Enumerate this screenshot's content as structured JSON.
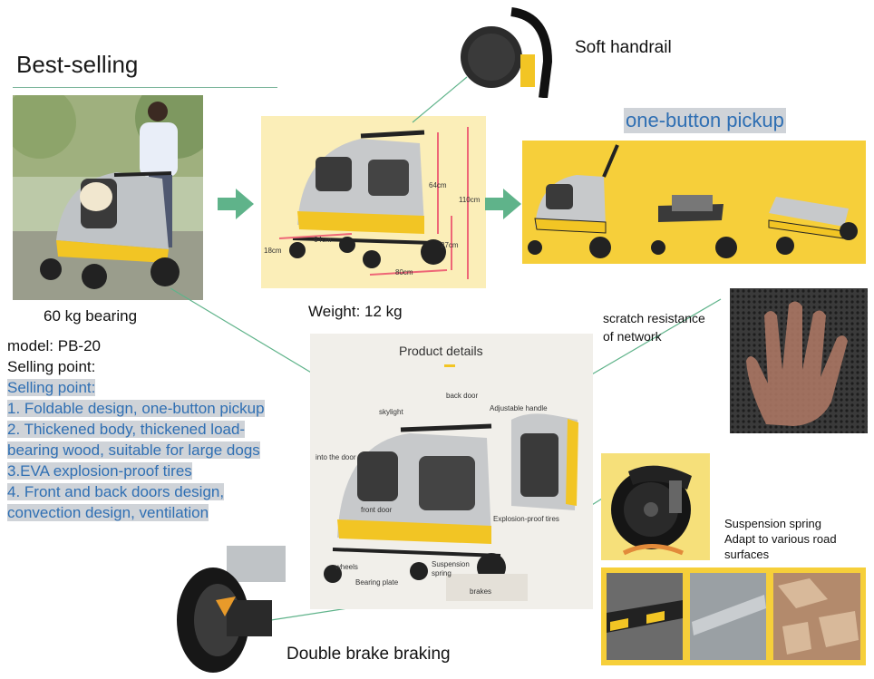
{
  "page": {
    "title": "Best-selling",
    "captions": {
      "bearing": "60 kg bearing",
      "weight": "Weight: 12 kg",
      "handrail": "Soft handrail",
      "pickup": "one-button pickup",
      "scratch": [
        "scratch resistance",
        "of network"
      ],
      "suspension": [
        "Suspension spring",
        "Adapt to various road",
        "surfaces"
      ],
      "brake": "Double brake braking"
    },
    "spec": {
      "model": "model: PB-20",
      "selling_point_plain": "Selling point:",
      "selling_point_hl": "Selling point:",
      "points": [
        "1. Foldable design, one-button pickup",
        "2. Thickened body, thickened load-",
        "bearing wood, suitable for large dogs",
        "3.EVA explosion-proof tires",
        "4. Front and back doors design,",
        "convection design, ventilation"
      ]
    },
    "dimensions": {
      "height_top": "64cm",
      "height_total": "110cm",
      "height_low": "27cm",
      "wheel": "18cm",
      "width": "64cm",
      "length": "80cm"
    },
    "product_details": {
      "title": "Product details",
      "labels": {
        "skylight": "skylight",
        "back_door": "back door",
        "adjustable_handle": "Adjustable handle",
        "into_door": "into the door",
        "front_door": "front door",
        "explosion_tires": "Explosion-proof tires",
        "wheels": "wheels",
        "bearing_plate": "Bearing plate",
        "suspension_spring_1": "Suspension",
        "suspension_spring_2": "spring",
        "brakes": "brakes"
      }
    },
    "colors": {
      "accent_blue": "#2f6fb3",
      "highlight_gray": "#cfd3d8",
      "arrow_green": "#5fb38a",
      "yellow": "#f6cf3a"
    }
  }
}
